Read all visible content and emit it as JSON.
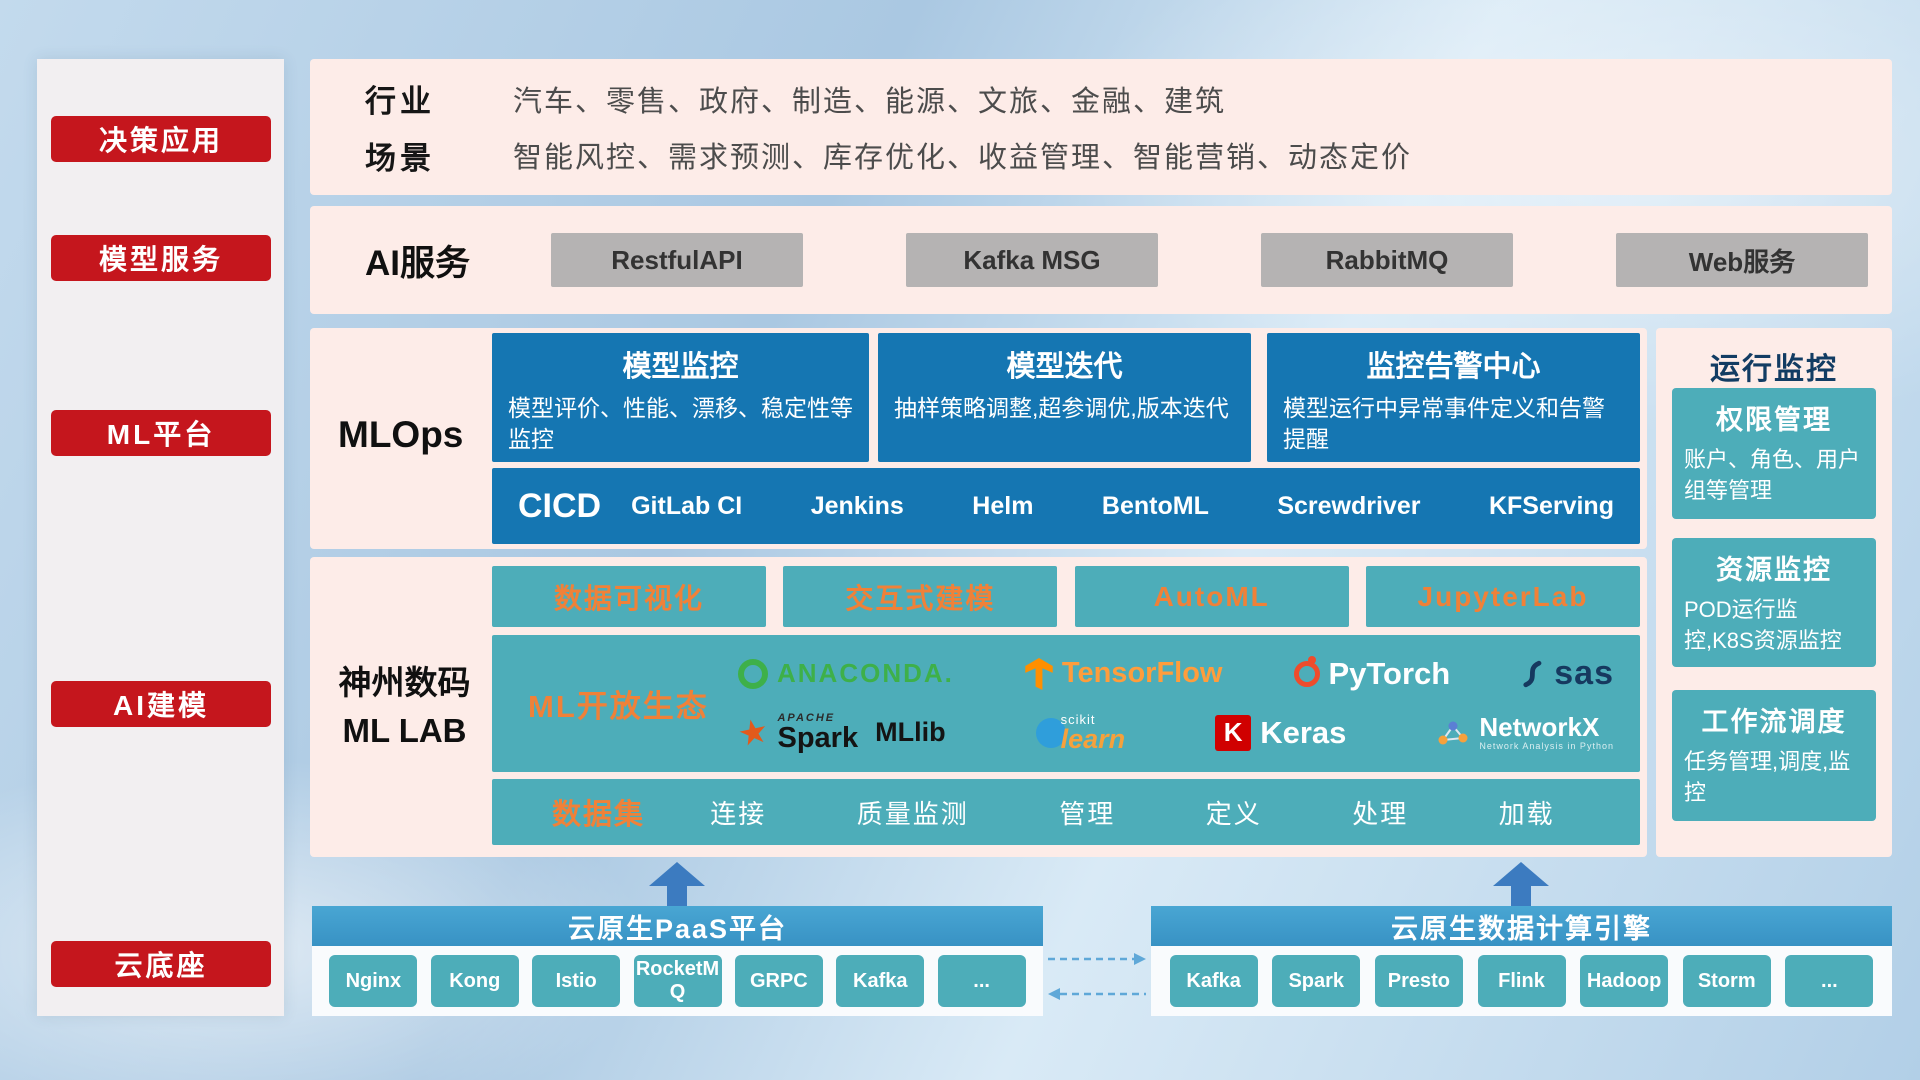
{
  "colors": {
    "accent_red": "#c5161d",
    "panel_pink": "#fdece8",
    "box_blue": "#1576b2",
    "box_teal": "#4dadb9",
    "accent_orange": "#f08138",
    "bottom_bar_blue": "#3f9bca",
    "arrow_blue": "#3c7bc0"
  },
  "sidebar": {
    "items": [
      {
        "label": "决策应用"
      },
      {
        "label": "模型服务"
      },
      {
        "label": "ML平台"
      },
      {
        "label": "AI建模"
      },
      {
        "label": "云底座"
      }
    ]
  },
  "industry_row": {
    "industry_label": "行业",
    "industries": "汽车、零售、政府、制造、能源、文旅、金融、建筑",
    "scene_label": "场景",
    "scenes": "智能风控、需求预测、库存优化、收益管理、智能营销、动态定价"
  },
  "ai_service_row": {
    "label": "AI服务",
    "services": [
      "RestfulAPI",
      "Kafka MSG",
      "RabbitMQ",
      "Web服务"
    ]
  },
  "mlops_row": {
    "label": "MLOps",
    "cards": [
      {
        "title": "模型监控",
        "desc": "模型评价、性能、漂移、稳定性等监控"
      },
      {
        "title": "模型迭代",
        "desc": "抽样策略调整,超参调优,版本迭代"
      },
      {
        "title": "监控告警中心",
        "desc": "模型运行中异常事件定义和告警提醒"
      }
    ],
    "cicd": {
      "title": "CICD",
      "tools": [
        "GitLab CI",
        "Jenkins",
        "Helm",
        "BentoML",
        "Screwdriver",
        "KFServing"
      ]
    }
  },
  "mllab_row": {
    "label_line1": "神州数码",
    "label_line2": "ML LAB",
    "tools": [
      "数据可视化",
      "交互式建模",
      "AutoML",
      "JupyterLab"
    ],
    "ecosystem": {
      "title": "ML开放生态",
      "logos": {
        "anaconda": "ANACONDA.",
        "tensorflow": "TensorFlow",
        "pytorch": "PyTorch",
        "sas": "sas",
        "spark_apache": "APACHE",
        "spark": "Spark",
        "mllib": "MLlib",
        "scikit_prefix": "scikit",
        "scikit_script": "learn",
        "keras_initial": "K",
        "keras": "Keras",
        "networkx": "NetworkX",
        "networkx_sub": "Network Analysis in Python"
      }
    },
    "dataset": {
      "title": "数据集",
      "items": [
        "连接",
        "质量监测",
        "管理",
        "定义",
        "处理",
        "加载"
      ]
    }
  },
  "monitor_panel": {
    "title": "运行监控",
    "cards": [
      {
        "title": "权限管理",
        "desc": "账户、角色、用户组等管理"
      },
      {
        "title": "资源监控",
        "desc": "POD运行监控,K8S资源监控"
      },
      {
        "title": "工作流调度",
        "desc": "任务管理,调度,监控"
      }
    ]
  },
  "bottom": {
    "paas": {
      "title": "云原生PaaS平台",
      "items": [
        "Nginx",
        "Kong",
        "Istio",
        "RocketMQ",
        "GRPC",
        "Kafka",
        "..."
      ]
    },
    "data_engine": {
      "title": "云原生数据计算引擎",
      "items": [
        "Kafka",
        "Spark",
        "Presto",
        "Flink",
        "Hadoop",
        "Storm",
        "..."
      ]
    }
  }
}
